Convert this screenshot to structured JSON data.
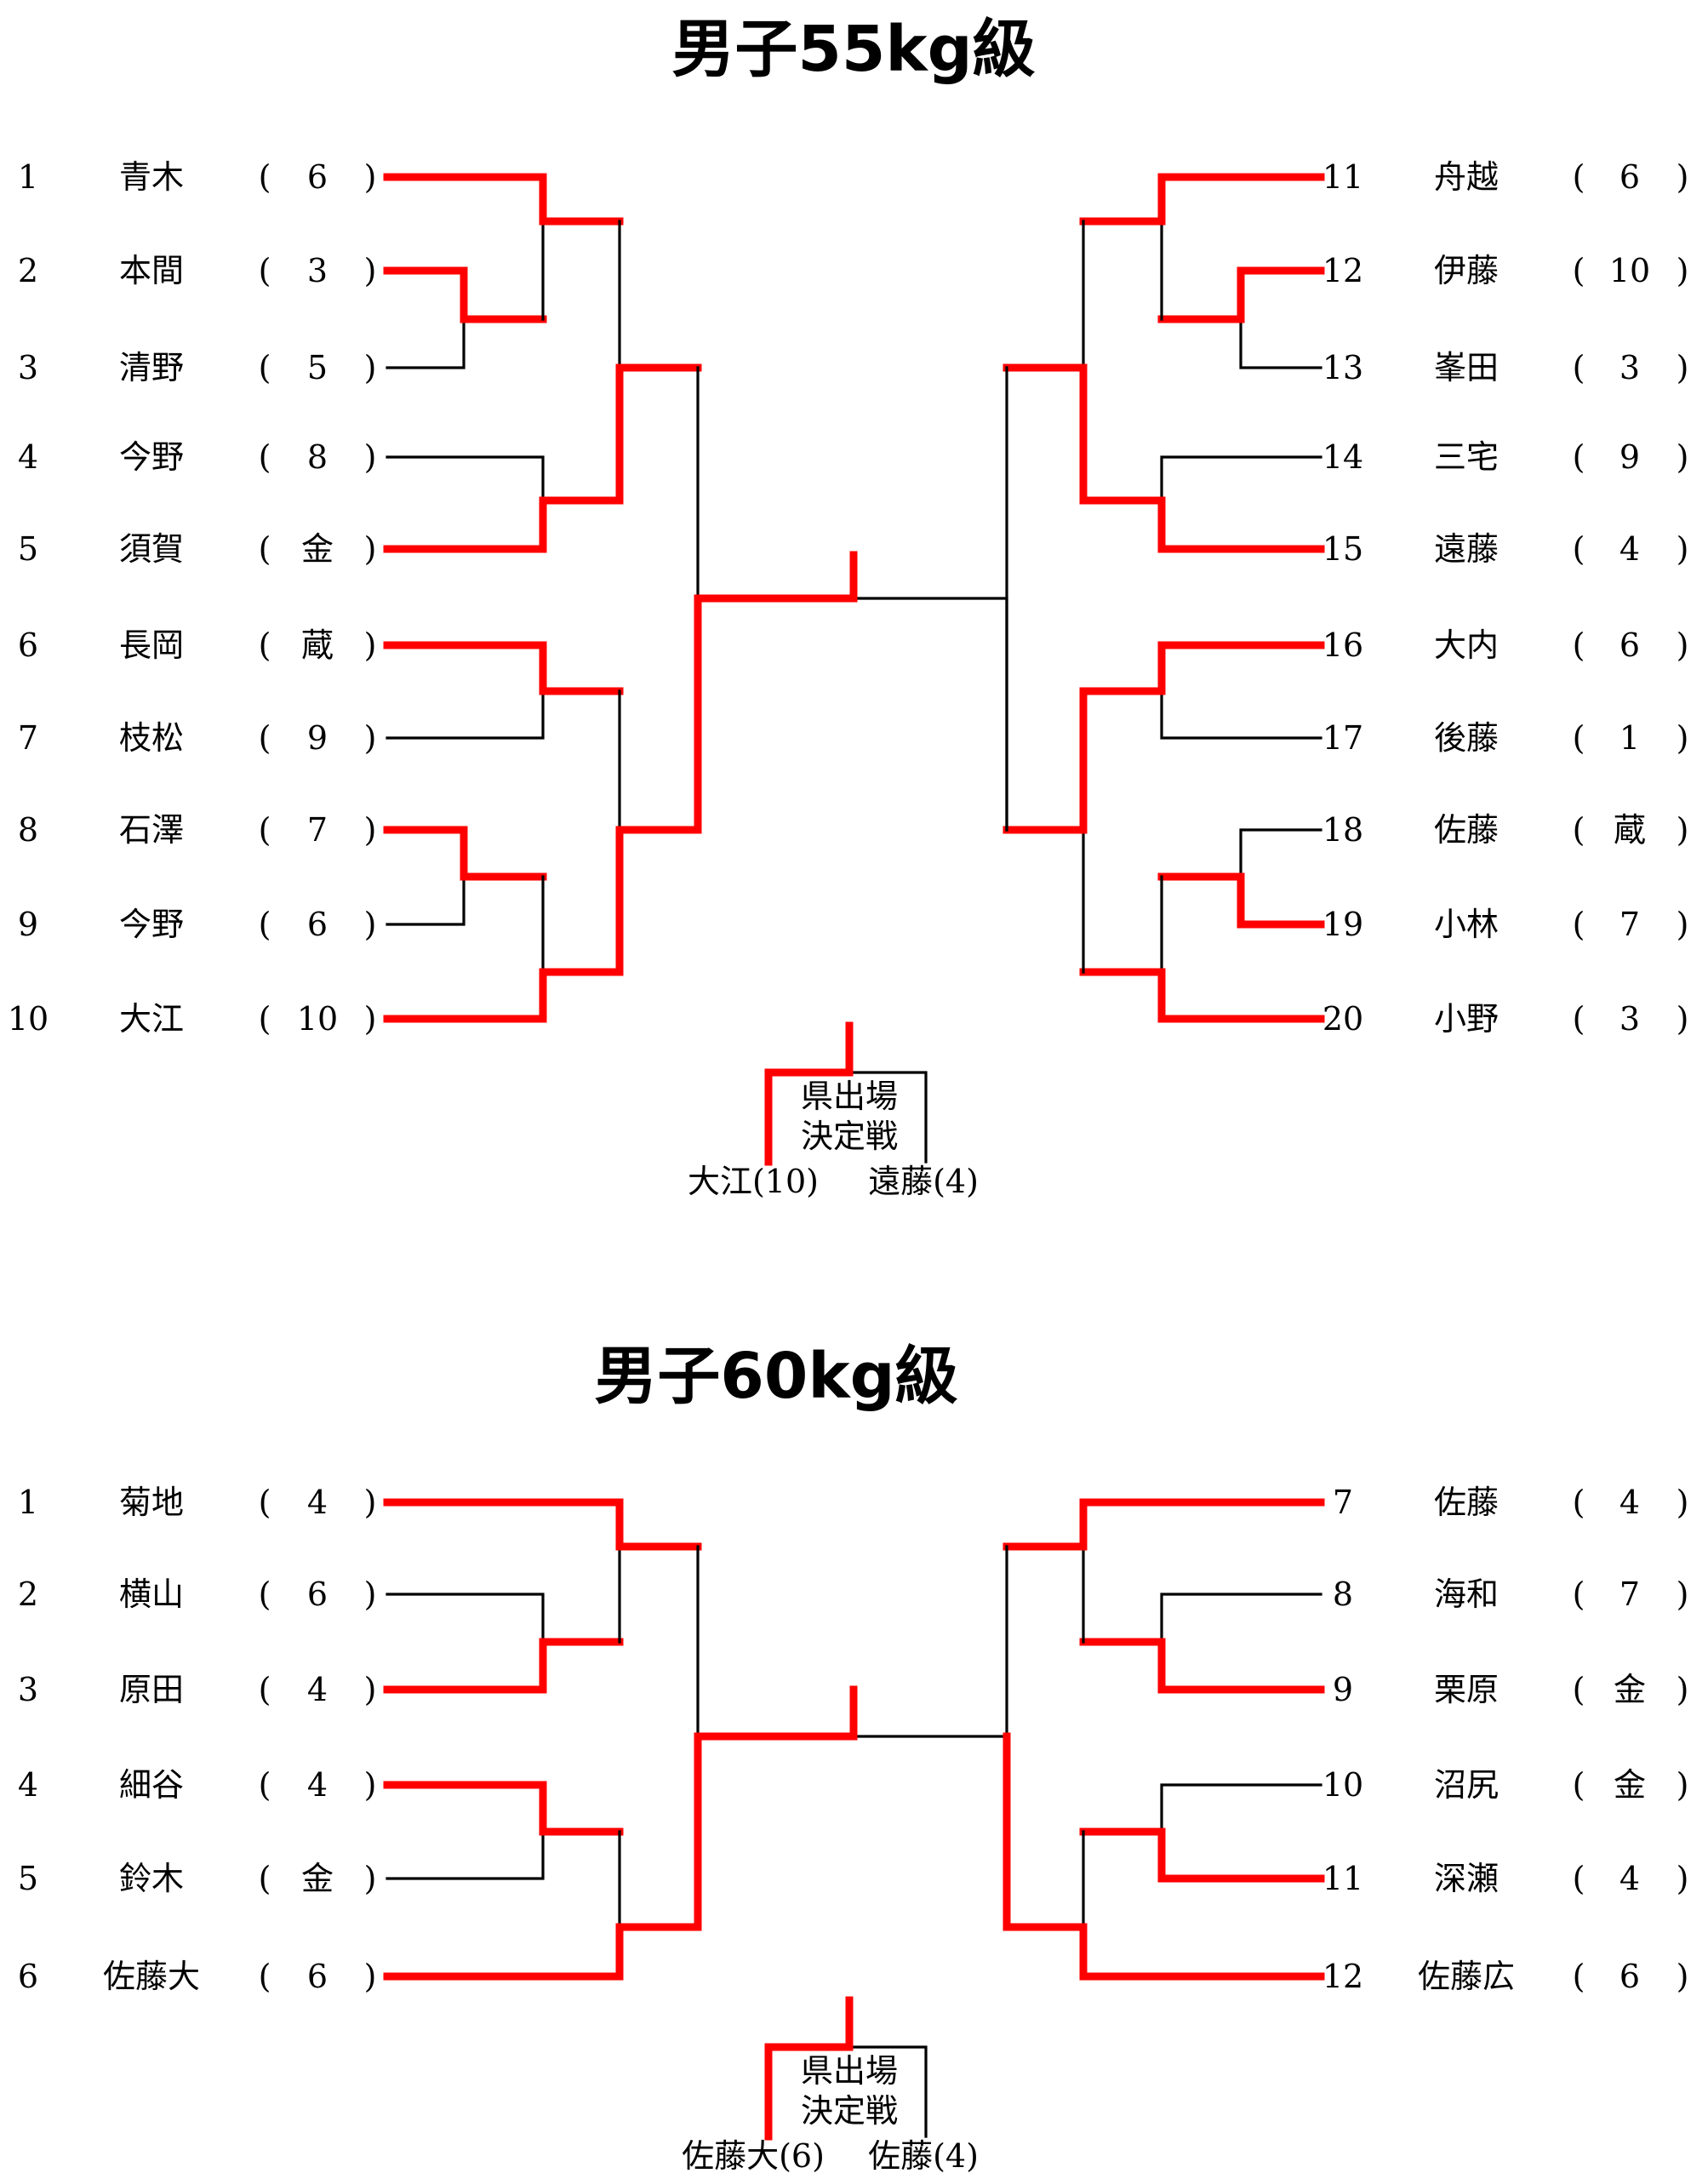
{
  "colors": {
    "winner": "#ff0000",
    "line": "#000000"
  },
  "brackets": [
    {
      "title": "男子55kg級",
      "left": [
        {
          "num": "1",
          "name": "青木",
          "team": "6"
        },
        {
          "num": "2",
          "name": "本間",
          "team": "3"
        },
        {
          "num": "3",
          "name": "清野",
          "team": "5"
        },
        {
          "num": "4",
          "name": "今野",
          "team": "8"
        },
        {
          "num": "5",
          "name": "須賀",
          "team": "金"
        },
        {
          "num": "6",
          "name": "長岡",
          "team": "蔵"
        },
        {
          "num": "7",
          "name": "枝松",
          "team": "9"
        },
        {
          "num": "8",
          "name": "石澤",
          "team": "7"
        },
        {
          "num": "9",
          "name": "今野",
          "team": "6"
        },
        {
          "num": "10",
          "name": "大江",
          "team": "10"
        }
      ],
      "right": [
        {
          "num": "11",
          "name": "舟越",
          "team": "6"
        },
        {
          "num": "12",
          "name": "伊藤",
          "team": "10"
        },
        {
          "num": "13",
          "name": "峯田",
          "team": "3"
        },
        {
          "num": "14",
          "name": "三宅",
          "team": "9"
        },
        {
          "num": "15",
          "name": "遠藤",
          "team": "4"
        },
        {
          "num": "16",
          "name": "大内",
          "team": "6"
        },
        {
          "num": "17",
          "name": "後藤",
          "team": "1"
        },
        {
          "num": "18",
          "name": "佐藤",
          "team": "蔵"
        },
        {
          "num": "19",
          "name": "小林",
          "team": "7"
        },
        {
          "num": "20",
          "name": "小野",
          "team": "3"
        }
      ],
      "playoff": {
        "label1": "県出場",
        "label2": "決定戦",
        "left_result": "大江(10)",
        "right_result": "遠藤(4)"
      }
    },
    {
      "title": "男子60kg級",
      "left": [
        {
          "num": "1",
          "name": "菊地",
          "team": "4"
        },
        {
          "num": "2",
          "name": "横山",
          "team": "6"
        },
        {
          "num": "3",
          "name": "原田",
          "team": "4"
        },
        {
          "num": "4",
          "name": "細谷",
          "team": "4"
        },
        {
          "num": "5",
          "name": "鈴木",
          "team": "金"
        },
        {
          "num": "6",
          "name": "佐藤大",
          "team": "6"
        }
      ],
      "right": [
        {
          "num": "7",
          "name": "佐藤",
          "team": "4"
        },
        {
          "num": "8",
          "name": "海和",
          "team": "7"
        },
        {
          "num": "9",
          "name": "栗原",
          "team": "金"
        },
        {
          "num": "10",
          "name": "沼尻",
          "team": "金"
        },
        {
          "num": "11",
          "name": "深瀬",
          "team": "4"
        },
        {
          "num": "12",
          "name": "佐藤広",
          "team": "6"
        }
      ],
      "playoff": {
        "label1": "県出場",
        "label2": "決定戦",
        "left_result": "佐藤大(6)",
        "right_result": "佐藤(4)"
      }
    }
  ]
}
